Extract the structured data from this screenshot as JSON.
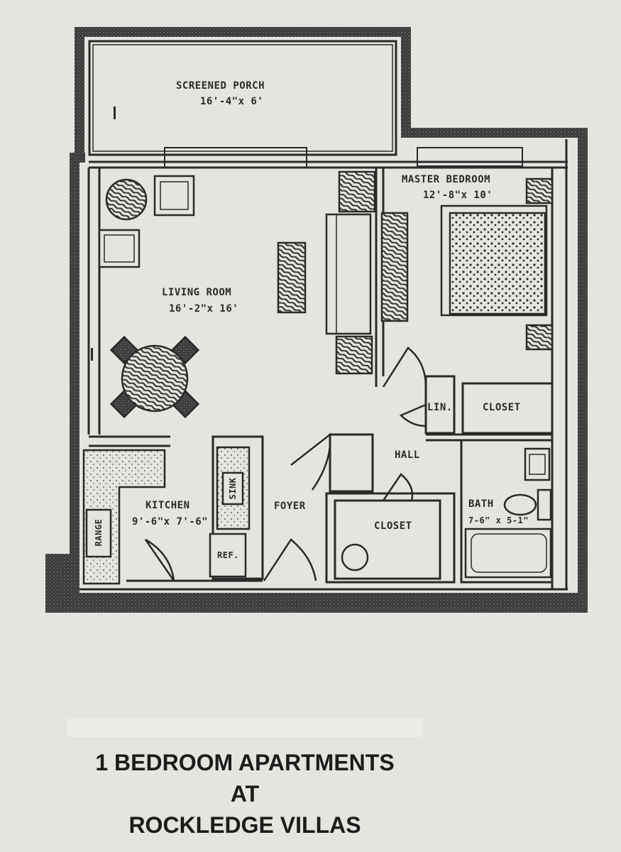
{
  "rooms": {
    "porch": {
      "name": "SCREENED PORCH",
      "dims": "16'-4\"x 6'"
    },
    "master_bedroom": {
      "name": "MASTER BEDROOM",
      "dims": "12'-8\"x 10'"
    },
    "living_room": {
      "name": "LIVING ROOM",
      "dims": "16'-2\"x 16'"
    },
    "kitchen": {
      "name": "KITCHEN",
      "dims": "9'-6\"x 7'-6\""
    },
    "bath": {
      "name": "BATH",
      "dims": "7-6\" x 5-1\""
    },
    "linen": "LIN.",
    "bedroom_closet": "CLOSET",
    "hall": "HALL",
    "foyer": "FOYER",
    "foyer_closet": "CLOSET"
  },
  "fixtures": {
    "range": "RANGE",
    "sink": "SINK",
    "ref": "REF."
  },
  "caption": {
    "line1": "1 BEDROOM APARTMENTS",
    "line2": "AT",
    "line3": "ROCKLEDGE VILLAS"
  }
}
